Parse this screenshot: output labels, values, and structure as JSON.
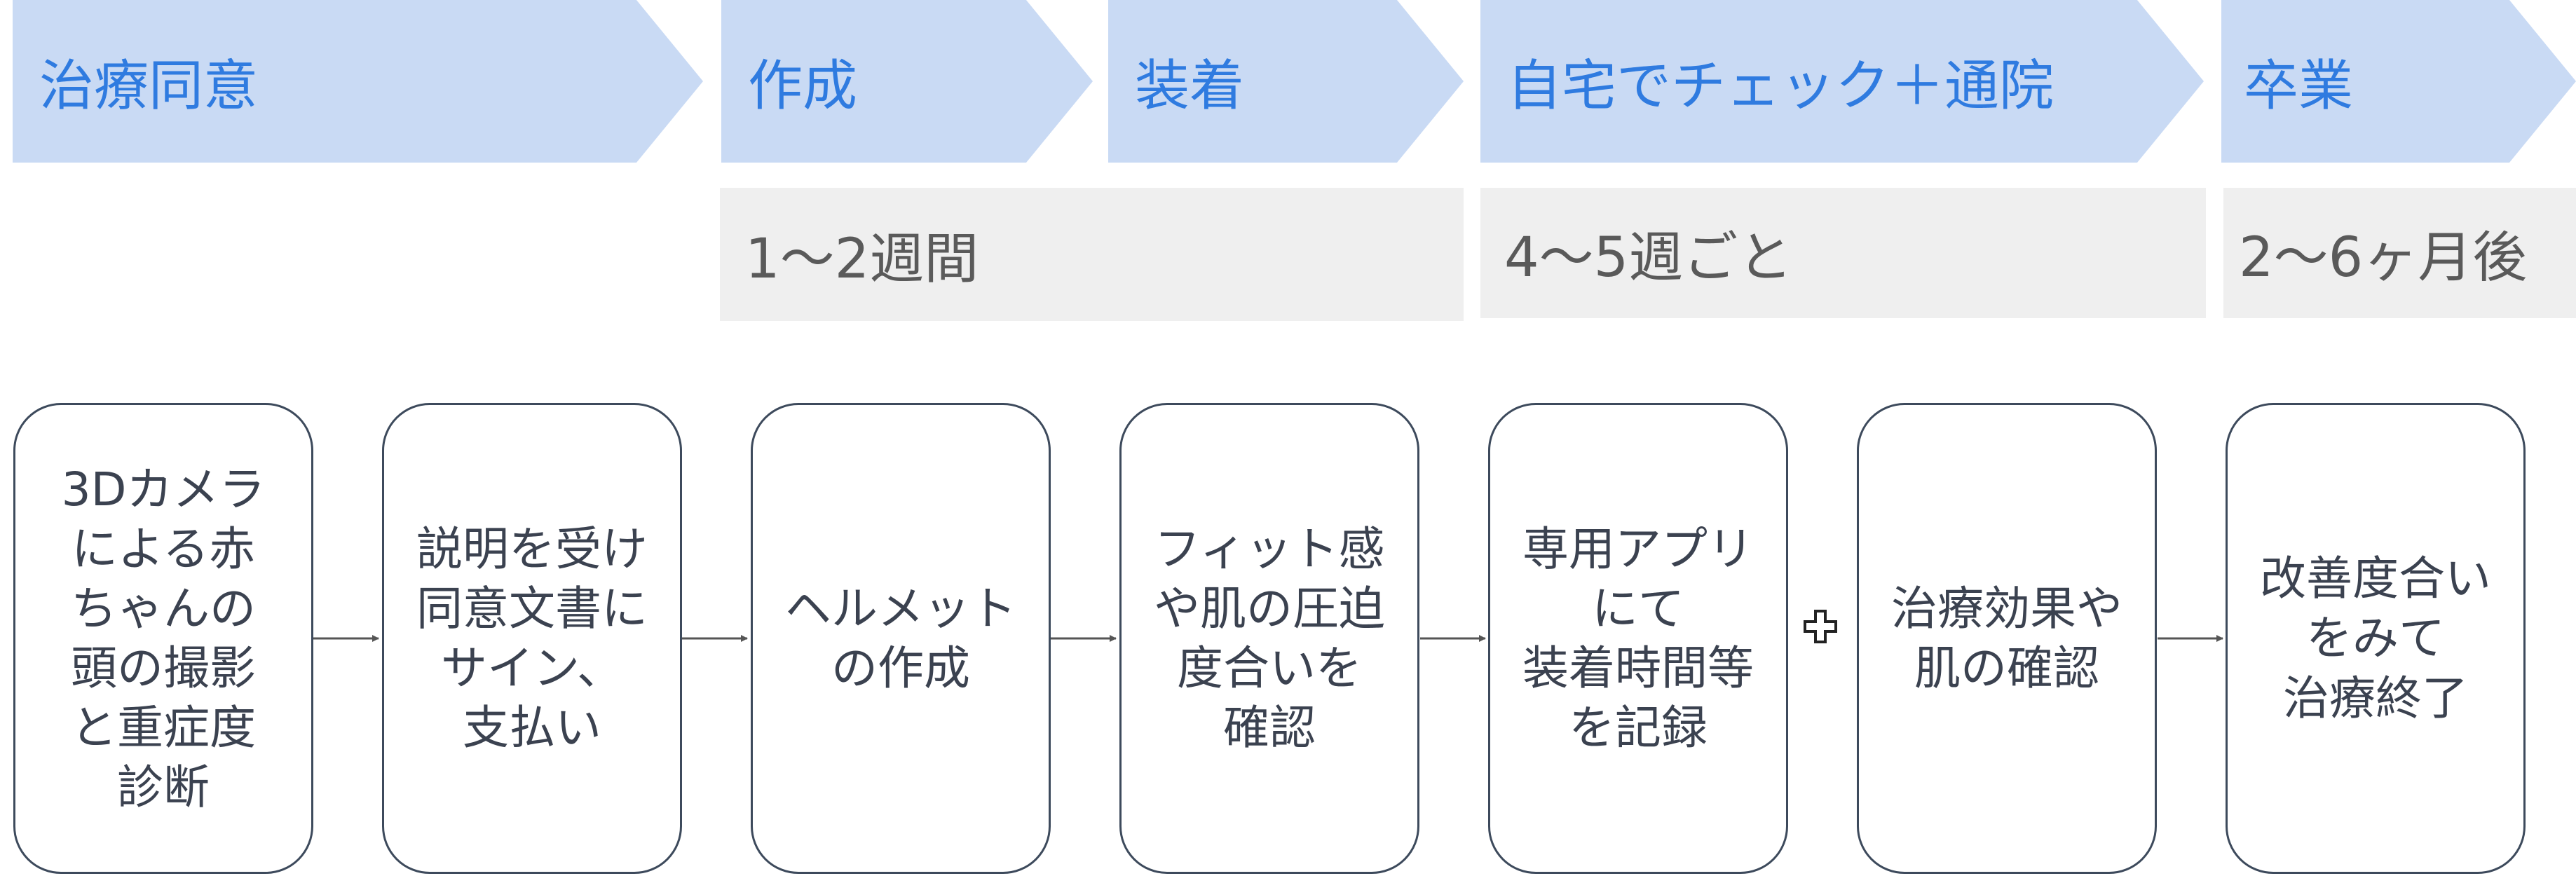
{
  "phases": {
    "consent": "治療同意",
    "create": "作成",
    "fit": "装着",
    "home_check": "自宅でチェック＋通院",
    "graduate": "卒業"
  },
  "durations": {
    "create_period": "1〜2週間",
    "check_interval": "4〜5週ごと",
    "graduate_after": "2〜6ヶ月後"
  },
  "steps": [
    "3Dカメラ\nによる赤\nちゃんの\n頭の撮影\nと重症度\n診断",
    "説明を受け\n同意文書に\nサイン、\n支払い",
    "ヘルメット\nの作成",
    "フィット感\nや肌の圧迫\n度合いを\n確認",
    "専用アプリ\nにて\n装着時間等\nを記録",
    "治療効果や\n肌の確認",
    "改善度合い\nをみて\n治療終了"
  ],
  "colors": {
    "phase_fill": "#c9daf4",
    "phase_text": "#2f7be0",
    "duration_fill": "#efefef",
    "box_border": "#3d4a5c",
    "arrow": "#555555"
  },
  "icons": {
    "between_app_and_check": "plus-icon"
  }
}
